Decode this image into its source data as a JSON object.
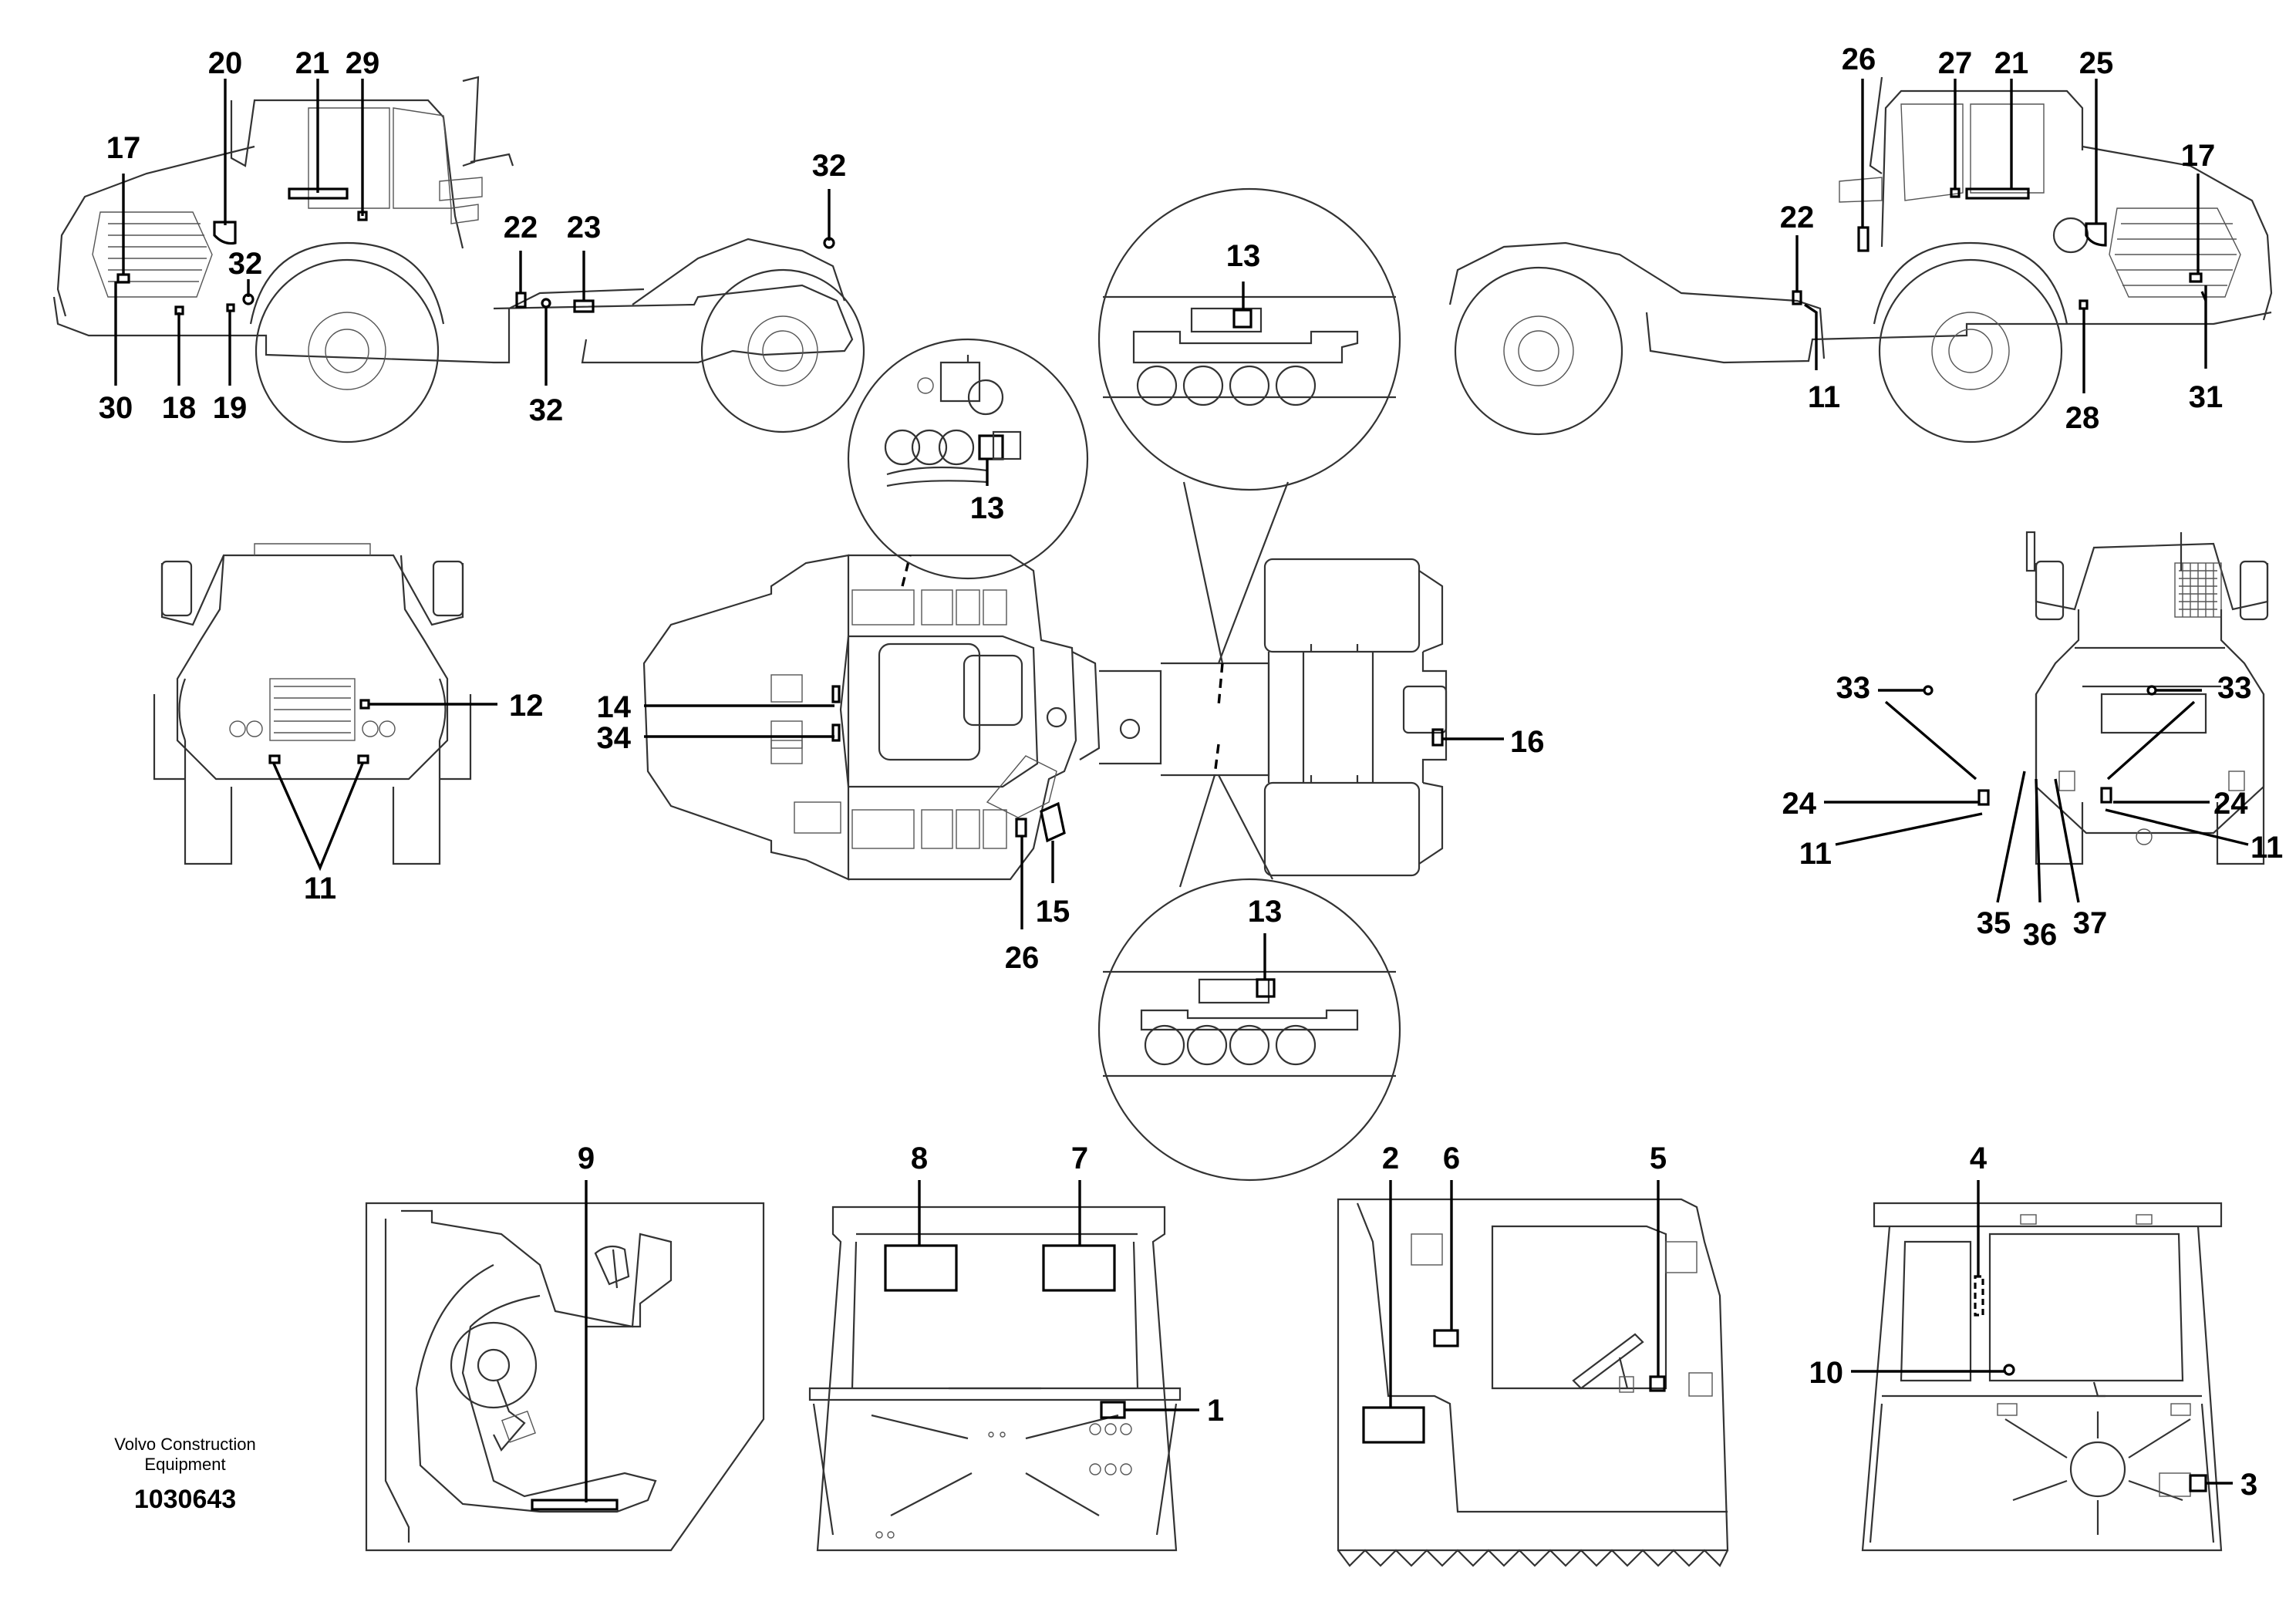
{
  "labels": {
    "l20": "20",
    "l21a": "21",
    "l29": "29",
    "l17a": "17",
    "l32a": "32",
    "l32b": "32",
    "l22a": "22",
    "l23": "23",
    "l32c": "32",
    "l30": "30",
    "l18": "18",
    "l19": "19",
    "l26a": "26",
    "l27": "27",
    "l21b": "21",
    "l25": "25",
    "l17b": "17",
    "l22b": "22",
    "l11a": "11",
    "l28": "28",
    "l31": "31",
    "l12": "12",
    "l11b": "11",
    "l13a": "13",
    "l13b": "13",
    "l13c": "13",
    "l14": "14",
    "l34": "34",
    "l16": "16",
    "l15": "15",
    "l26b": "26",
    "l33a": "33",
    "l33b": "33",
    "l24a": "24",
    "l24b": "24",
    "l11c": "11",
    "l11d": "11",
    "l35": "35",
    "l36": "36",
    "l37": "37",
    "l9": "9",
    "l8": "8",
    "l7": "7",
    "l1": "1",
    "l2": "2",
    "l6": "6",
    "l5": "5",
    "l4": "4",
    "l10": "10",
    "l3": "3"
  },
  "caption": {
    "line1": "Volvo Construction",
    "line2": "Equipment",
    "part_number": "1030643"
  }
}
